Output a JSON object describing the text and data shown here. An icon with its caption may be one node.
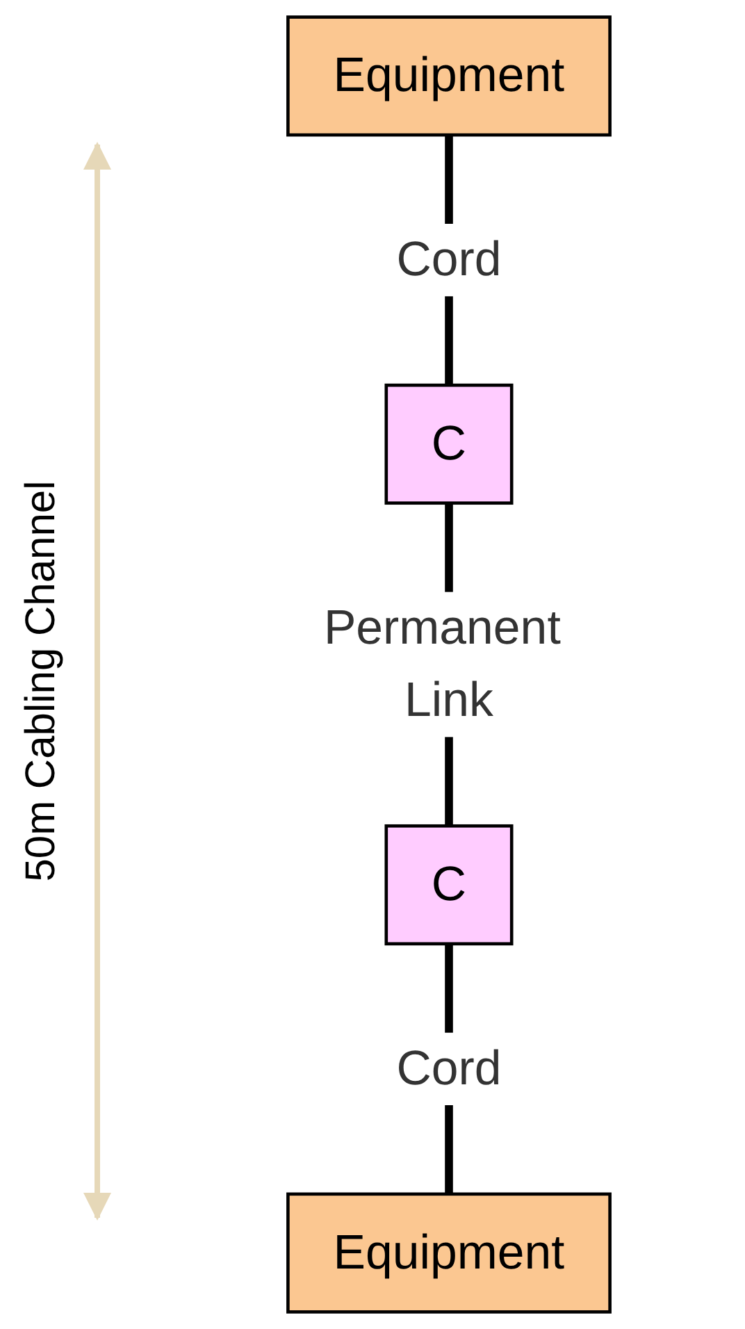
{
  "diagram": {
    "nodes": [
      {
        "text": [
          "Equipment"
        ]
      },
      {
        "text": [
          "C"
        ]
      },
      {
        "text": [
          "C"
        ]
      },
      {
        "text": [
          "Equipment"
        ]
      }
    ],
    "edges": [
      {
        "from": 0,
        "to": 1,
        "arrow": "none",
        "label": "Cord"
      },
      {
        "from": 1,
        "to": 2,
        "arrow": "none",
        "label": "Permanent Link"
      },
      {
        "from": 2,
        "to": 3,
        "arrow": "none",
        "label": "Cord"
      }
    ],
    "labels": [
      "50m Cabling Channel"
    ]
  }
}
